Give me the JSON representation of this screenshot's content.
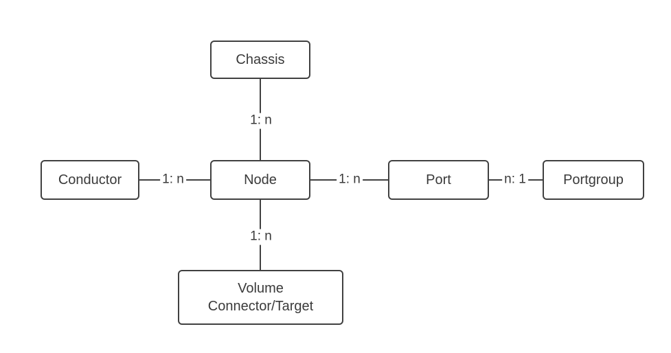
{
  "diagram": {
    "type": "entity-relationship",
    "background_color": "#ffffff",
    "line_color": "#404040",
    "text_color": "#3a3a3a",
    "entities": [
      {
        "id": "chassis",
        "lines": [
          "Chassis"
        ]
      },
      {
        "id": "conductor",
        "lines": [
          "Conductor"
        ]
      },
      {
        "id": "node",
        "lines": [
          "Node"
        ]
      },
      {
        "id": "port",
        "lines": [
          "Port"
        ]
      },
      {
        "id": "portgroup",
        "lines": [
          "Portgroup"
        ]
      },
      {
        "id": "volume",
        "lines": [
          "Volume",
          "Connector/Target"
        ]
      }
    ],
    "relationships": [
      {
        "from": "Chassis",
        "to": "Node",
        "label": "1: n"
      },
      {
        "from": "Conductor",
        "to": "Node",
        "label": "1: n"
      },
      {
        "from": "Node",
        "to": "Port",
        "label": "1: n"
      },
      {
        "from": "Port",
        "to": "Portgroup",
        "label": "n: 1"
      },
      {
        "from": "Node",
        "to": "Volume Connector/Target",
        "label": "1: n"
      }
    ]
  }
}
